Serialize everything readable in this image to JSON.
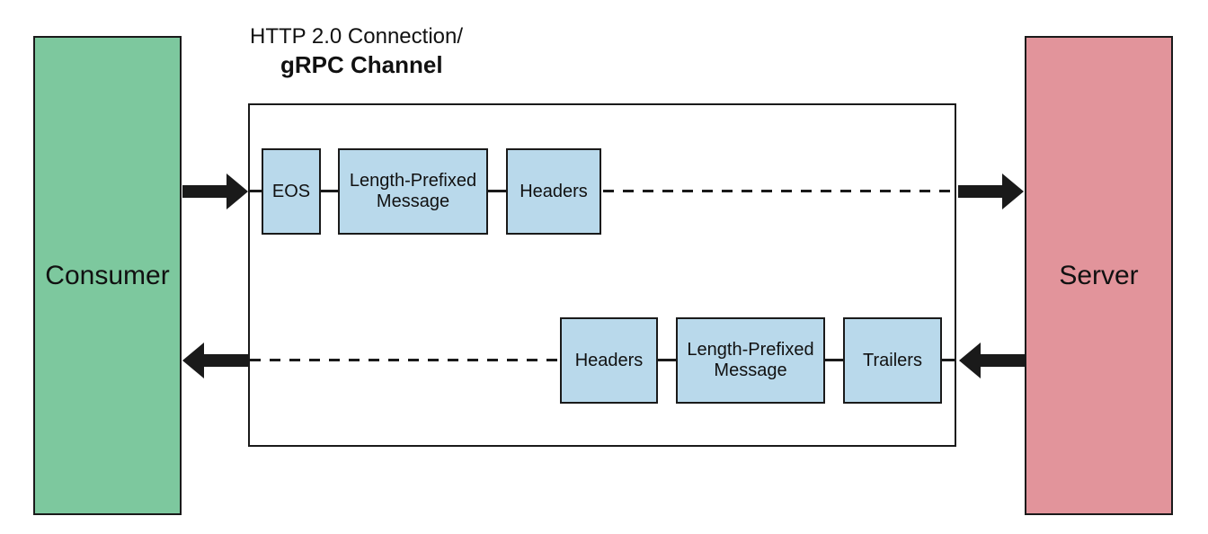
{
  "diagram": {
    "title_line1": "HTTP 2.0 Connection/",
    "title_line2": "gRPC Channel",
    "consumer_label": "Consumer",
    "server_label": "Server",
    "request_stream": {
      "direction": "consumer-to-server",
      "line_style": "solid-then-dashed",
      "boxes": [
        {
          "label": "EOS"
        },
        {
          "label": "Length-Prefixed Message"
        },
        {
          "label": "Headers"
        }
      ]
    },
    "response_stream": {
      "direction": "server-to-consumer",
      "line_style": "dashed-then-solid",
      "boxes": [
        {
          "label": "Headers"
        },
        {
          "label": "Length-Prefixed Message"
        },
        {
          "label": "Trailers"
        }
      ]
    }
  },
  "colors": {
    "consumer_fill": "#7dc89e",
    "server_fill": "#e2949b",
    "message_fill": "#b9d9eb",
    "stroke": "#1a1a1a"
  }
}
